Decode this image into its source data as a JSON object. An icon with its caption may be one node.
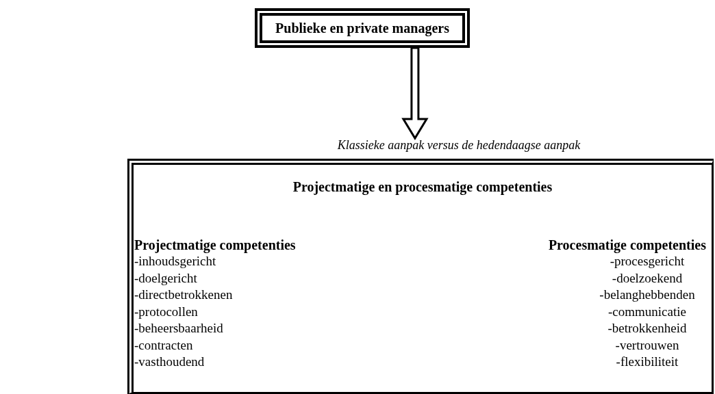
{
  "diagram": {
    "nodes": [
      {
        "text": [
          "Publieke en private managers"
        ]
      },
      {
        "text": [
          "Projectmatige en procesmatige competenties",
          "Projectmatige competenties",
          "-inhoudsgericht",
          "-doelgericht",
          "-directbetrokkenen",
          "-protocollen",
          "-beheersbaarheid",
          "-contracten",
          "-vasthoudend",
          "Procesmatige competenties",
          "-procesgericht",
          "-doelzoekend",
          "-belanghebbenden",
          "-communicatie",
          "-betrokkenheid",
          "-vertrouwen",
          "-flexibiliteit"
        ],
        "beside": [
          "Klassieke aanpak versus de hedendaagse aanpak"
        ]
      }
    ],
    "edges": [
      {
        "from": 0,
        "to": 1,
        "arrow": "to",
        "style": "thick"
      }
    ]
  }
}
